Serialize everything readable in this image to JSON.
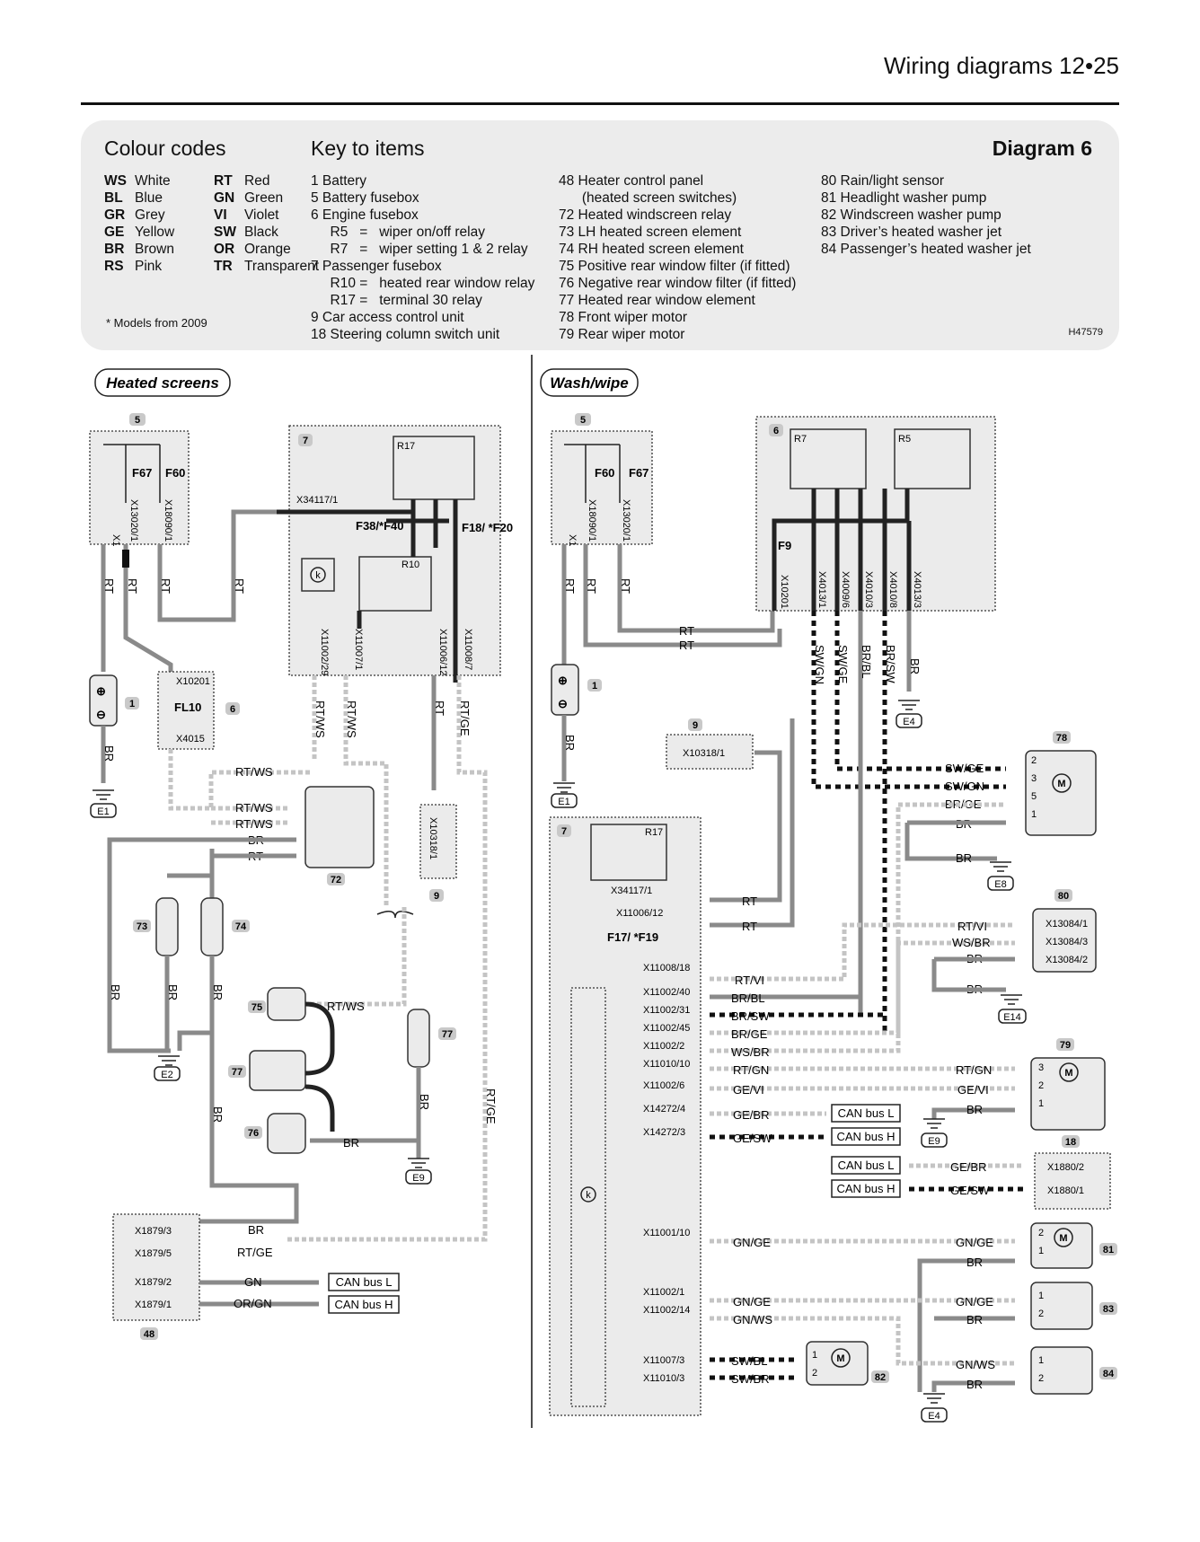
{
  "header": {
    "title": "Wiring diagrams 12•25"
  },
  "key_panel": {
    "colour_heading": "Colour codes",
    "key_heading": "Key to items",
    "diagram_label": "Diagram 6",
    "colours": [
      {
        "code": "WS",
        "name": "White"
      },
      {
        "code": "RT",
        "name": "Red"
      },
      {
        "code": "BL",
        "name": "Blue"
      },
      {
        "code": "GN",
        "name": "Green"
      },
      {
        "code": "GR",
        "name": "Grey"
      },
      {
        "code": "VI",
        "name": "Violet"
      },
      {
        "code": "GE",
        "name": "Yellow"
      },
      {
        "code": "SW",
        "name": "Black"
      },
      {
        "code": "BR",
        "name": "Brown"
      },
      {
        "code": "OR",
        "name": "Orange"
      },
      {
        "code": "RS",
        "name": "Pink"
      },
      {
        "code": "TR",
        "name": "Transparent"
      }
    ],
    "footnote": "* Models from 2009",
    "key_col1": [
      "1   Battery",
      "5   Battery fusebox",
      "6   Engine fusebox",
      "     R5   =   wiper on/off relay",
      "     R7   =   wiper setting 1 & 2 relay",
      "7   Passenger fusebox",
      "     R10 =   heated rear window relay",
      "     R17 =   terminal 30 relay",
      "9   Car access control unit",
      "18 Steering column switch unit"
    ],
    "key_col2": [
      "48 Heater control panel",
      "      (heated screen switches)",
      "72 Heated windscreen relay",
      "73 LH heated screen element",
      "74 RH heated screen element",
      "75 Positive rear window filter (if fitted)",
      "76 Negative rear window filter (if fitted)",
      "77 Heated rear window element",
      "78 Front wiper motor",
      "79 Rear wiper motor"
    ],
    "key_col3": [
      "80 Rain/light sensor",
      "81 Headlight washer pump",
      "82 Windscreen washer pump",
      "83 Driver’s heated washer jet",
      "84 Passenger’s heated washer jet"
    ],
    "ref_code": "H47579"
  },
  "heated_screens": {
    "title": "Heated screens",
    "items": [
      "5",
      "7",
      "1",
      "6",
      "72",
      "73",
      "74",
      "9",
      "75",
      "77",
      "76",
      "77",
      "48"
    ],
    "fuses": [
      "F67",
      "F60",
      "FL10",
      "F38/*F40",
      "F18/\n*F20"
    ],
    "relays": [
      "R17",
      "R10"
    ],
    "connectors": [
      "X1",
      "X13020/1",
      "X18090/1",
      "X34117/1",
      "X10201",
      "X4015",
      "X11002/29",
      "X11007/1",
      "X11006/12",
      "X11008/7",
      "X10318/1",
      "X1879/3",
      "X1879/5",
      "X1879/2",
      "X1879/1"
    ],
    "wires": [
      "RT",
      "RT",
      "RT",
      "RT",
      "BR",
      "RT/WS",
      "RT/WS",
      "RT",
      "RT/GE",
      "RT/WS",
      "RT/WS",
      "RT/WS",
      "BR",
      "RT",
      "BR",
      "BR",
      "BR",
      "BR",
      "RT/WS",
      "BR",
      "BR",
      "RT/GE",
      "BR",
      "RT/GE",
      "GN",
      "OR/GN"
    ],
    "grounds": [
      "E1",
      "E2",
      "E9"
    ],
    "can": [
      "CAN bus L",
      "CAN bus H"
    ]
  },
  "wash_wipe": {
    "title": "Wash/wipe",
    "items": [
      "5",
      "6",
      "1",
      "9",
      "7",
      "78",
      "80",
      "79",
      "18",
      "81",
      "83",
      "82",
      "84"
    ],
    "fuses": [
      "F60",
      "F67",
      "F9",
      "F17/\n*F19"
    ],
    "relays": [
      "R7",
      "R5",
      "R17"
    ],
    "connectors": [
      "X1",
      "X18090/1",
      "X13020/1",
      "X10201",
      "X4013/1",
      "X4009/6",
      "X4010/3",
      "X4010/8",
      "X4013/3",
      "X10318/1",
      "X34117/1",
      "X11006/12",
      "X11008/18",
      "X11002/40",
      "X11002/31",
      "X11002/45",
      "X11002/2",
      "X11010/10",
      "X11002/6",
      "X14272/4",
      "X14272/3",
      "X13084/1",
      "X13084/3",
      "X13084/2",
      "X1880/2",
      "X1880/1",
      "X11001/10",
      "X11002/1",
      "X11002/14",
      "X11007/3",
      "X11010/3"
    ],
    "wires": [
      "RT",
      "RT",
      "RT",
      "RT",
      "RT",
      "SW/GN",
      "SW/GE",
      "BR/BL",
      "BR/SW",
      "BR",
      "BR",
      "SW/GE",
      "SW/GN",
      "BR/GE",
      "BR",
      "BR",
      "RT",
      "RT",
      "RT/VI",
      "WS/BR",
      "BR",
      "BR",
      "RT/VI",
      "BR/BL",
      "BR/SW",
      "BR/GE",
      "WS/BR",
      "RT/GN",
      "GE/VI",
      "GE/BR",
      "GE/SW",
      "RT/GN",
      "GE/VI",
      "BR",
      "GE/BR",
      "GE/SW",
      "GN/GE",
      "GN/GE",
      "BR",
      "GN/GE",
      "GN/WS",
      "GN/GE",
      "BR",
      "SW/BL",
      "SW/BR",
      "GN/WS",
      "BR"
    ],
    "grounds": [
      "E4",
      "E1",
      "E8",
      "E14",
      "E9",
      "E4"
    ],
    "can": [
      "CAN bus L",
      "CAN bus H",
      "CAN bus L",
      "CAN bus H"
    ],
    "pins": [
      "2",
      "3",
      "5",
      "1",
      "3",
      "2",
      "1",
      "2",
      "1",
      "1",
      "2",
      "1",
      "2",
      "1",
      "2"
    ]
  }
}
